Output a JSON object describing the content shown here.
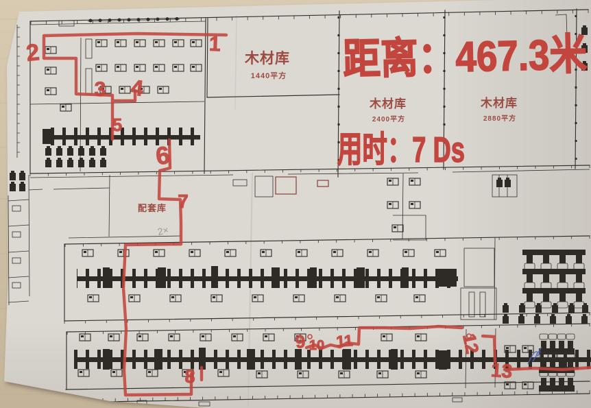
{
  "annotations": {
    "distance": "距离：467.3米",
    "time": "用时：7 Ds",
    "pencil_note": "2×"
  },
  "rooms": {
    "wood_store_small": {
      "name": "木材库",
      "area": "1440平方"
    },
    "wood_store_mid": {
      "name": "木材库",
      "area": "2400平方"
    },
    "wood_store_large": {
      "name": "木材库",
      "area": "2880平方"
    },
    "support_store": {
      "name": "配套库"
    }
  },
  "route": {
    "waypoints": [
      "1",
      "2",
      "3",
      "4",
      "5",
      "6",
      "7",
      "8",
      "9",
      "10",
      "11",
      "12",
      "13"
    ]
  },
  "colors": {
    "red_ink": "#c2453e",
    "print_red": "#9c4b43",
    "line_black": "#34302b",
    "paper": "#dcd8d2",
    "wood": "#cfc1a9",
    "pencil_gray": "#8f8a83",
    "blue_ink": "#4a62b0"
  }
}
